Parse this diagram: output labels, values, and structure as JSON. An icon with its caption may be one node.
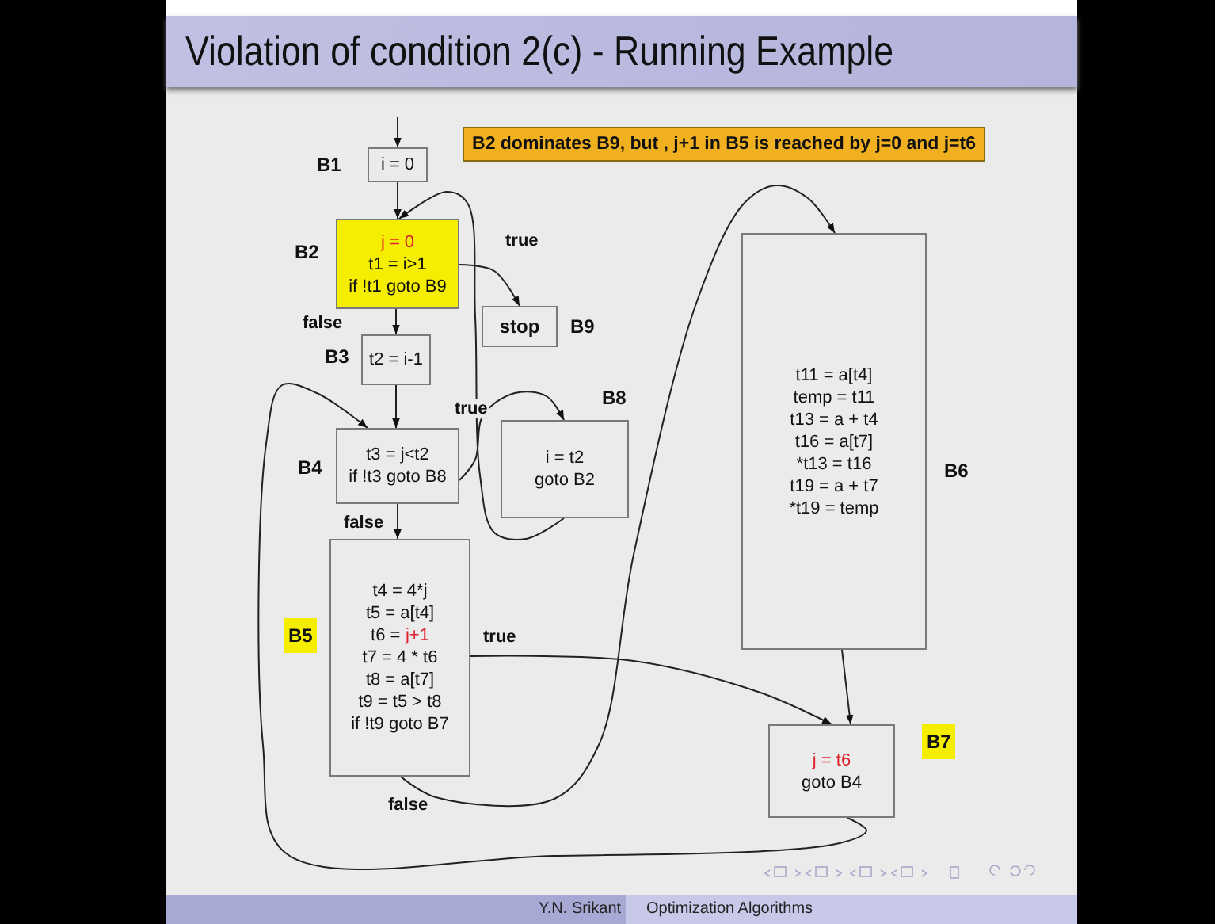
{
  "diagram": {
    "title": "Violation of condition 2(c) - Running Example",
    "nodes": [
      {
        "text": [
          "B2 dominates B9, but , j+1 in B5 is reached by j=0 and j=t6"
        ]
      },
      {
        "text": [
          "i = 0"
        ],
        "beside": [
          "B1"
        ]
      },
      {
        "text": [
          "j = 0",
          "t1 = i>1",
          "if !t1 goto B9"
        ],
        "beside": [
          "B2"
        ]
      },
      {
        "text": [
          "stop"
        ],
        "beside": [
          "B9"
        ]
      },
      {
        "text": [
          "t2 = i-1"
        ],
        "beside": [
          "B3"
        ]
      },
      {
        "text": [
          "t3 = j<t2",
          "if !t3 goto B8"
        ],
        "beside": [
          "B4"
        ]
      },
      {
        "text": [
          "i = t2",
          "goto B2"
        ],
        "beside": [
          "B8"
        ]
      },
      {
        "text": [
          "t4 = 4*j",
          "t5 = a[t4]",
          "t6 =",
          "j+1",
          "t7 = 4 * t6",
          "t8 = a[t7]",
          "t9 = t5 > t8",
          "if !t9 goto B7"
        ],
        "beside": [
          "B5"
        ]
      },
      {
        "text": [
          "t11 = a[t4]",
          "temp = t11",
          "t13 = a + t4",
          "t16 = a[t7]",
          "*t13 = t16",
          "t19 = a + t7",
          "*t19 = temp"
        ],
        "beside": [
          "B6"
        ]
      },
      {
        "text": [
          "j = t6",
          "goto B4"
        ],
        "beside": [
          "B7"
        ]
      }
    ],
    "edges": [
      {
        "from": null,
        "to": 1,
        "arrow": "to"
      },
      {
        "from": 1,
        "to": 2,
        "arrow": "to"
      },
      {
        "from": 2,
        "to": 3,
        "label": "true",
        "arrow": "to"
      },
      {
        "from": 2,
        "to": 4,
        "label": "false",
        "arrow": "to"
      },
      {
        "from": 4,
        "to": 5,
        "arrow": "to"
      },
      {
        "from": 5,
        "to": 6,
        "label": "true",
        "arrow": "to"
      },
      {
        "from": 6,
        "to": 2,
        "arrow": "to"
      },
      {
        "from": 5,
        "to": 7,
        "label": "false",
        "arrow": "to"
      },
      {
        "from": 7,
        "to": 9,
        "label": "true",
        "arrow": "to"
      },
      {
        "from": 7,
        "to": 8,
        "label": "false",
        "arrow": "to"
      },
      {
        "from": 8,
        "to": 9,
        "arrow": "to"
      },
      {
        "from": 9,
        "to": 5,
        "arrow": "to"
      }
    ],
    "labels": [
      "Y.N. Srikant",
      "Optimization Algorithms"
    ]
  }
}
